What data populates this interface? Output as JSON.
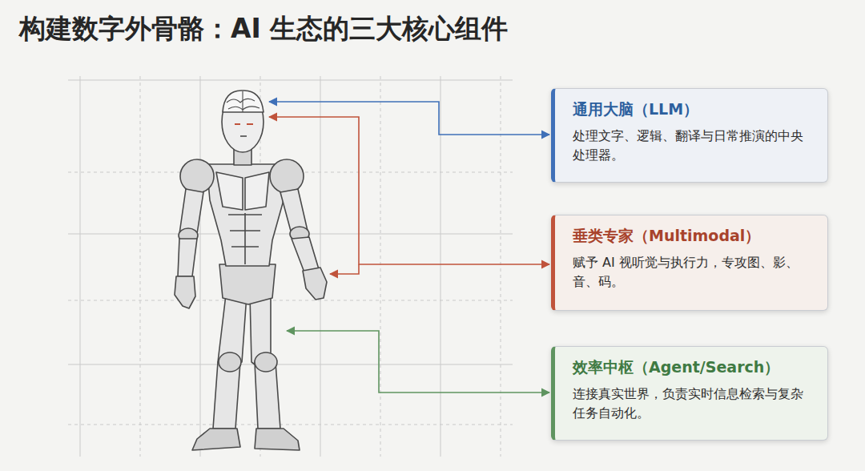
{
  "diagram": {
    "title": "构建数字外骨骼：AI 生态的三大核心组件",
    "nodes": [
      {
        "text": [
          "通用大脑（LLM）",
          "处理文字、逻辑、翻译与日常推演的中央处理器。"
        ]
      },
      {
        "text": [
          "垂类专家（Multimodal）",
          "赋予 AI 视听觉与执行力，专攻图、影、音、码。"
        ]
      },
      {
        "text": [
          "效率中枢（Agent/Search）",
          "连接真实世界，负责实时信息检索与复杂任务自动化。"
        ]
      }
    ]
  }
}
